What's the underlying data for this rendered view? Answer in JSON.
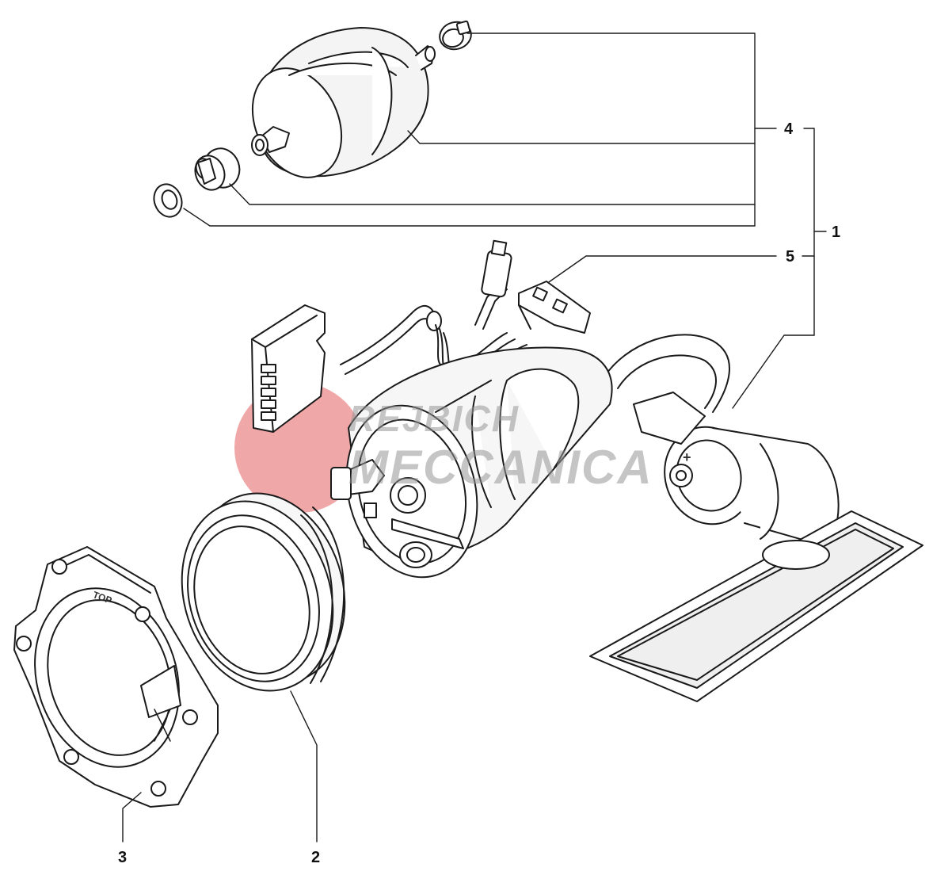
{
  "diagram": {
    "callouts": [
      {
        "id": "1",
        "text": "1"
      },
      {
        "id": "2",
        "text": "2"
      },
      {
        "id": "3",
        "text": "3"
      },
      {
        "id": "4",
        "text": "4"
      },
      {
        "id": "5",
        "text": "5"
      }
    ],
    "part_markings": {
      "flange_top": "TOP",
      "terminal_plus": "+"
    },
    "watermark": {
      "line1": "REJBICH",
      "line2": "MECCANICA",
      "colors": {
        "circle": "#e35f5f",
        "letters": "#9a9a9a"
      }
    },
    "colors": {
      "stroke": "#1a1a1a",
      "fill": "#ffffff",
      "shade": "#e9e9e9"
    }
  }
}
